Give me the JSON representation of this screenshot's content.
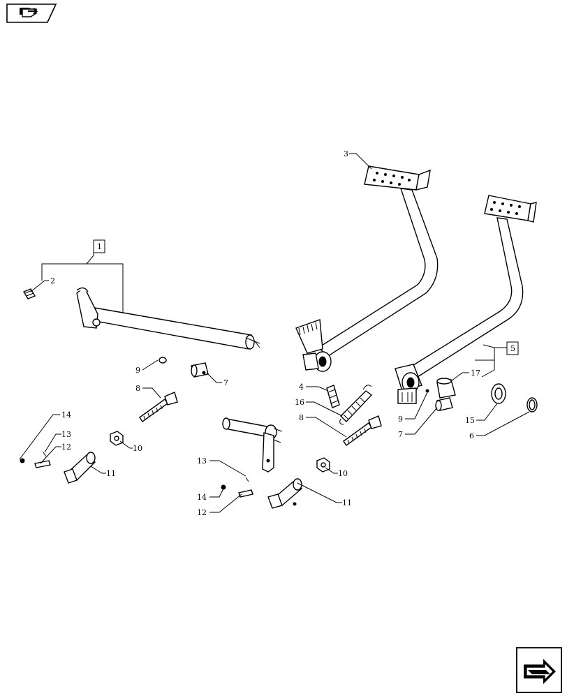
{
  "nav": {
    "prev_icon": "back-arrow-icon",
    "next_icon": "forward-arrow-icon"
  },
  "callouts": {
    "c1": "1",
    "c2": "2",
    "c3": "3",
    "c4": "4",
    "c5": "5",
    "c6": "6",
    "c7a": "7",
    "c7b": "7",
    "c8a": "8",
    "c8b": "8",
    "c9a": "9",
    "c9b": "9",
    "c10a": "10",
    "c10b": "10",
    "c11a": "11",
    "c11b": "11",
    "c12a": "12",
    "c12b": "12",
    "c13a": "13",
    "c13b": "13",
    "c14a": "14",
    "c14b": "14",
    "c15": "15",
    "c16": "16",
    "c17": "17"
  }
}
